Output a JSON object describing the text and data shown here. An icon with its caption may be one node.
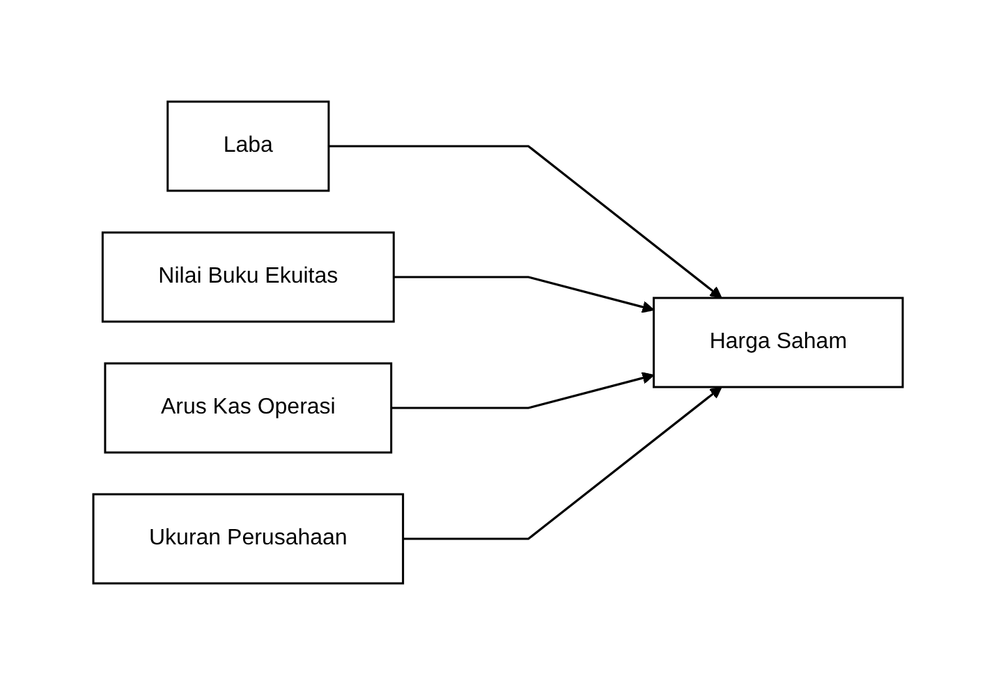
{
  "diagram": {
    "nodes": [
      {
        "text": [
          "Laba"
        ]
      },
      {
        "text": [
          "Nilai Buku Ekuitas"
        ]
      },
      {
        "text": [
          "Arus Kas Operasi"
        ]
      },
      {
        "text": [
          "Ukuran Perusahaan"
        ]
      },
      {
        "text": [
          "Harga Saham"
        ]
      }
    ],
    "edges": [
      {
        "from": 0,
        "to": 4,
        "arrow": "to"
      },
      {
        "from": 1,
        "to": 4,
        "arrow": "to"
      },
      {
        "from": 2,
        "to": 4,
        "arrow": "to"
      },
      {
        "from": 3,
        "to": 4,
        "arrow": "to"
      }
    ]
  }
}
